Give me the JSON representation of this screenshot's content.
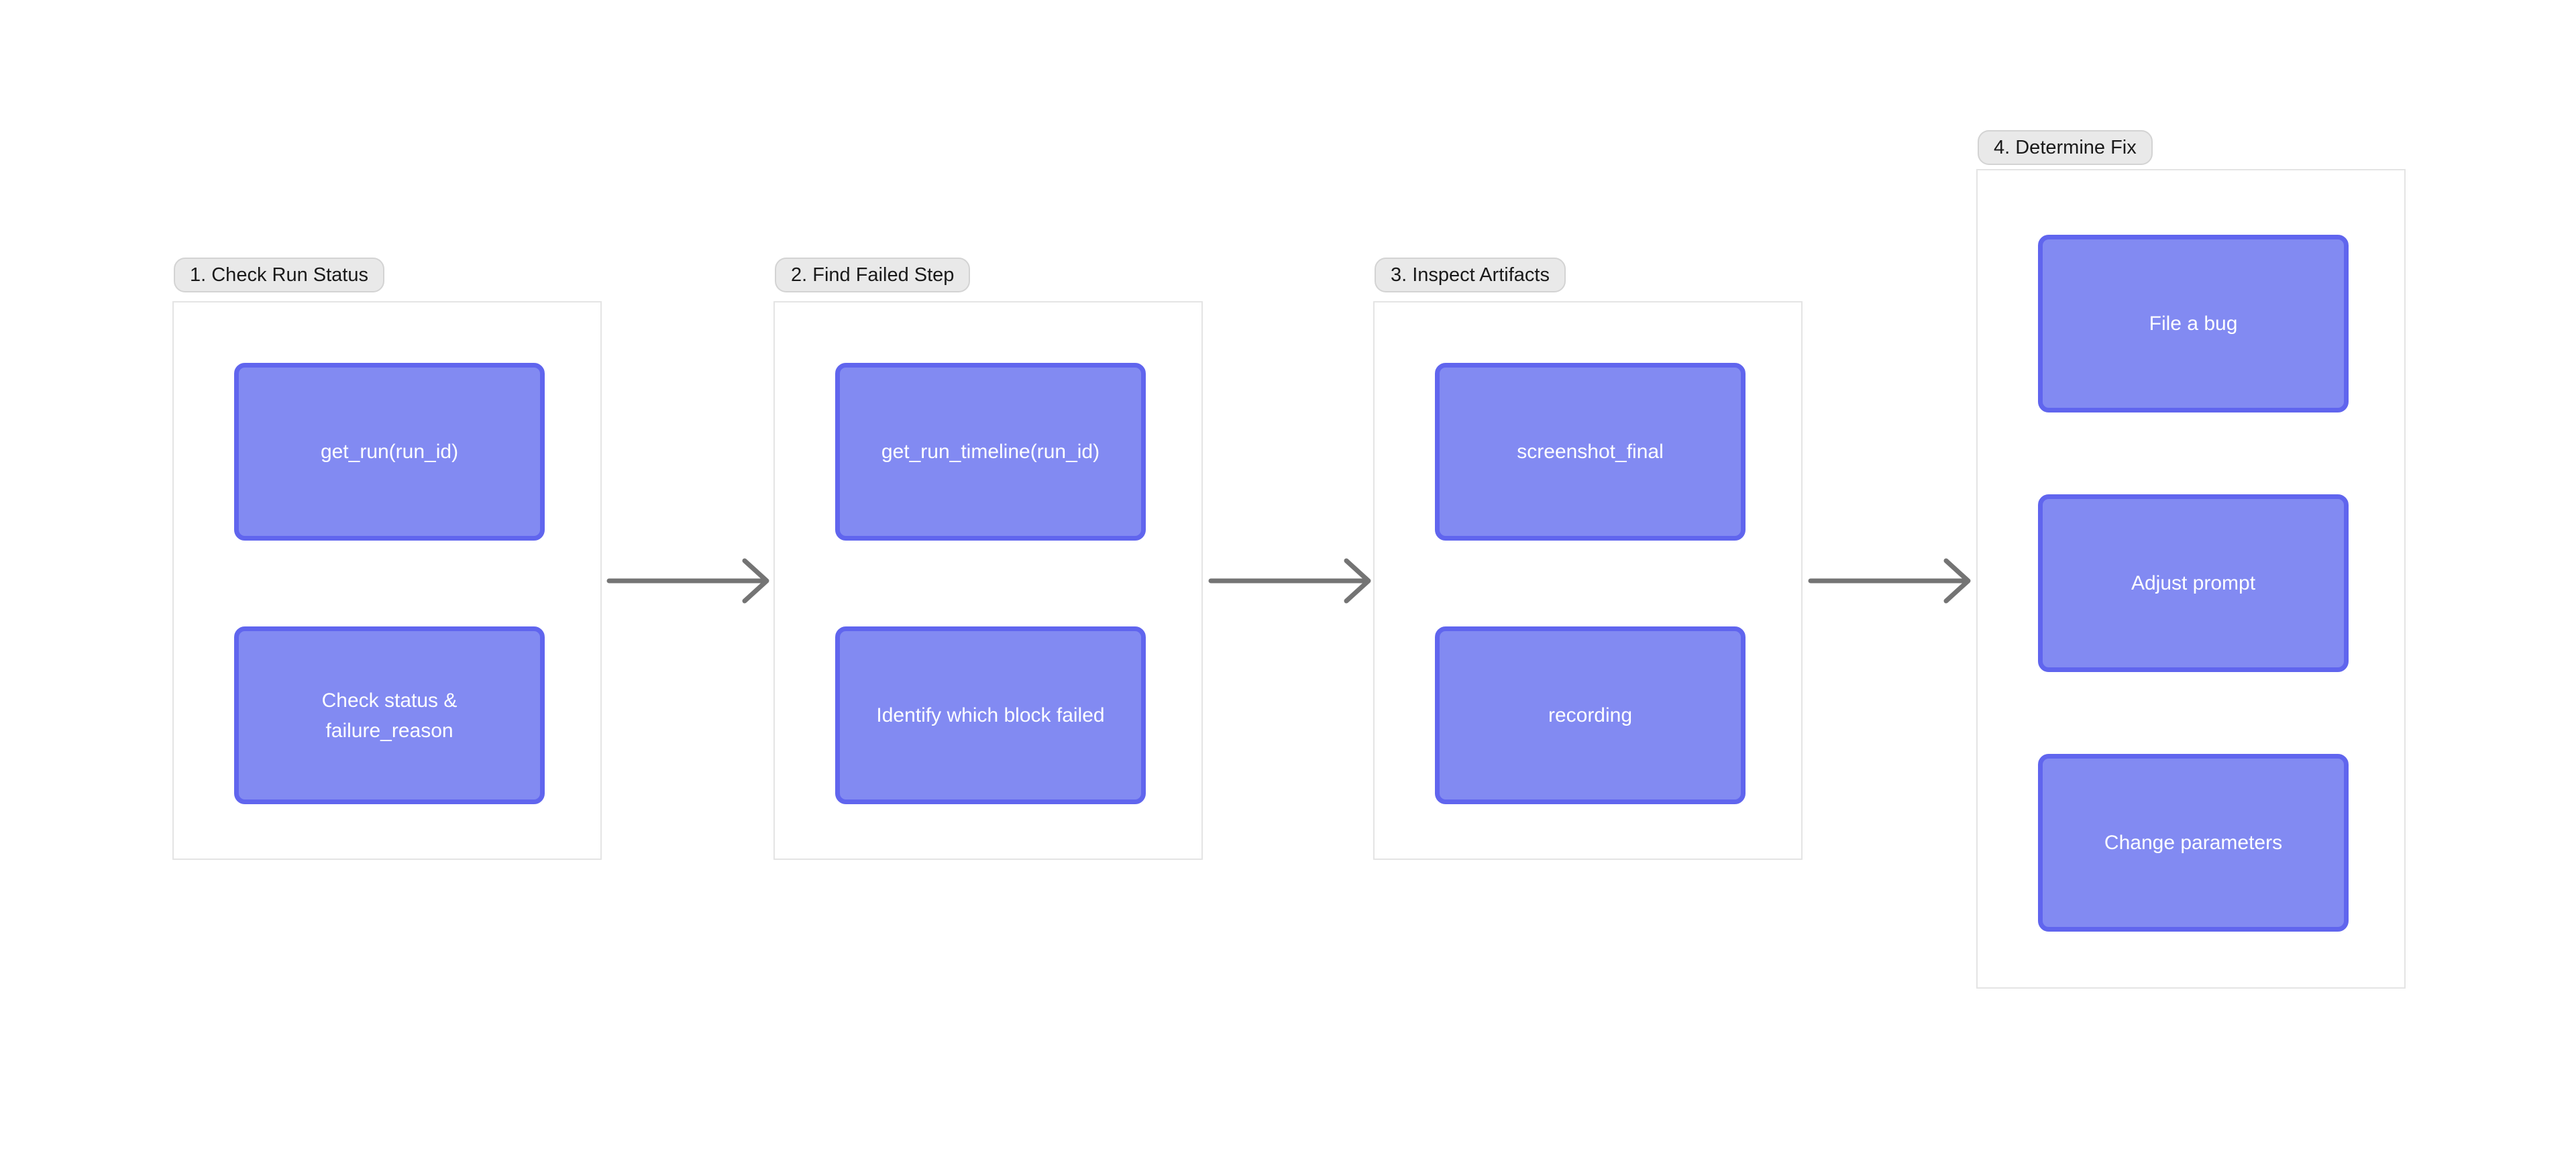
{
  "diagram": {
    "type": "flowchart",
    "direction": "left-to-right",
    "groups": [
      {
        "label": "1. Check Run Status",
        "nodes": [
          "get_run(run_id)",
          "Check status & failure_reason"
        ]
      },
      {
        "label": "2. Find Failed Step",
        "nodes": [
          "get_run_timeline(run_id)",
          "Identify which block failed"
        ]
      },
      {
        "label": "3. Inspect Artifacts",
        "nodes": [
          "screenshot_final",
          "recording"
        ]
      },
      {
        "label": "4. Determine Fix",
        "nodes": [
          "File a bug",
          "Adjust prompt",
          "Change parameters"
        ]
      }
    ],
    "arrows": [
      {
        "from": "1. Check Run Status",
        "to": "2. Find Failed Step"
      },
      {
        "from": "2. Find Failed Step",
        "to": "3. Inspect Artifacts"
      },
      {
        "from": "3. Inspect Artifacts",
        "to": "4. Determine Fix"
      }
    ]
  },
  "colors": {
    "canvas_bg": "#ffffff",
    "container_bg": "#ffffff",
    "container_border": "#e4e4e4",
    "badge_bg": "#e9e9e9",
    "badge_border": "#d3d3d3",
    "badge_text": "#1a1a1a",
    "node_fill": "#828af2",
    "node_border": "#6065ee",
    "node_text": "#ffffff",
    "arrow_color": "#747474"
  }
}
